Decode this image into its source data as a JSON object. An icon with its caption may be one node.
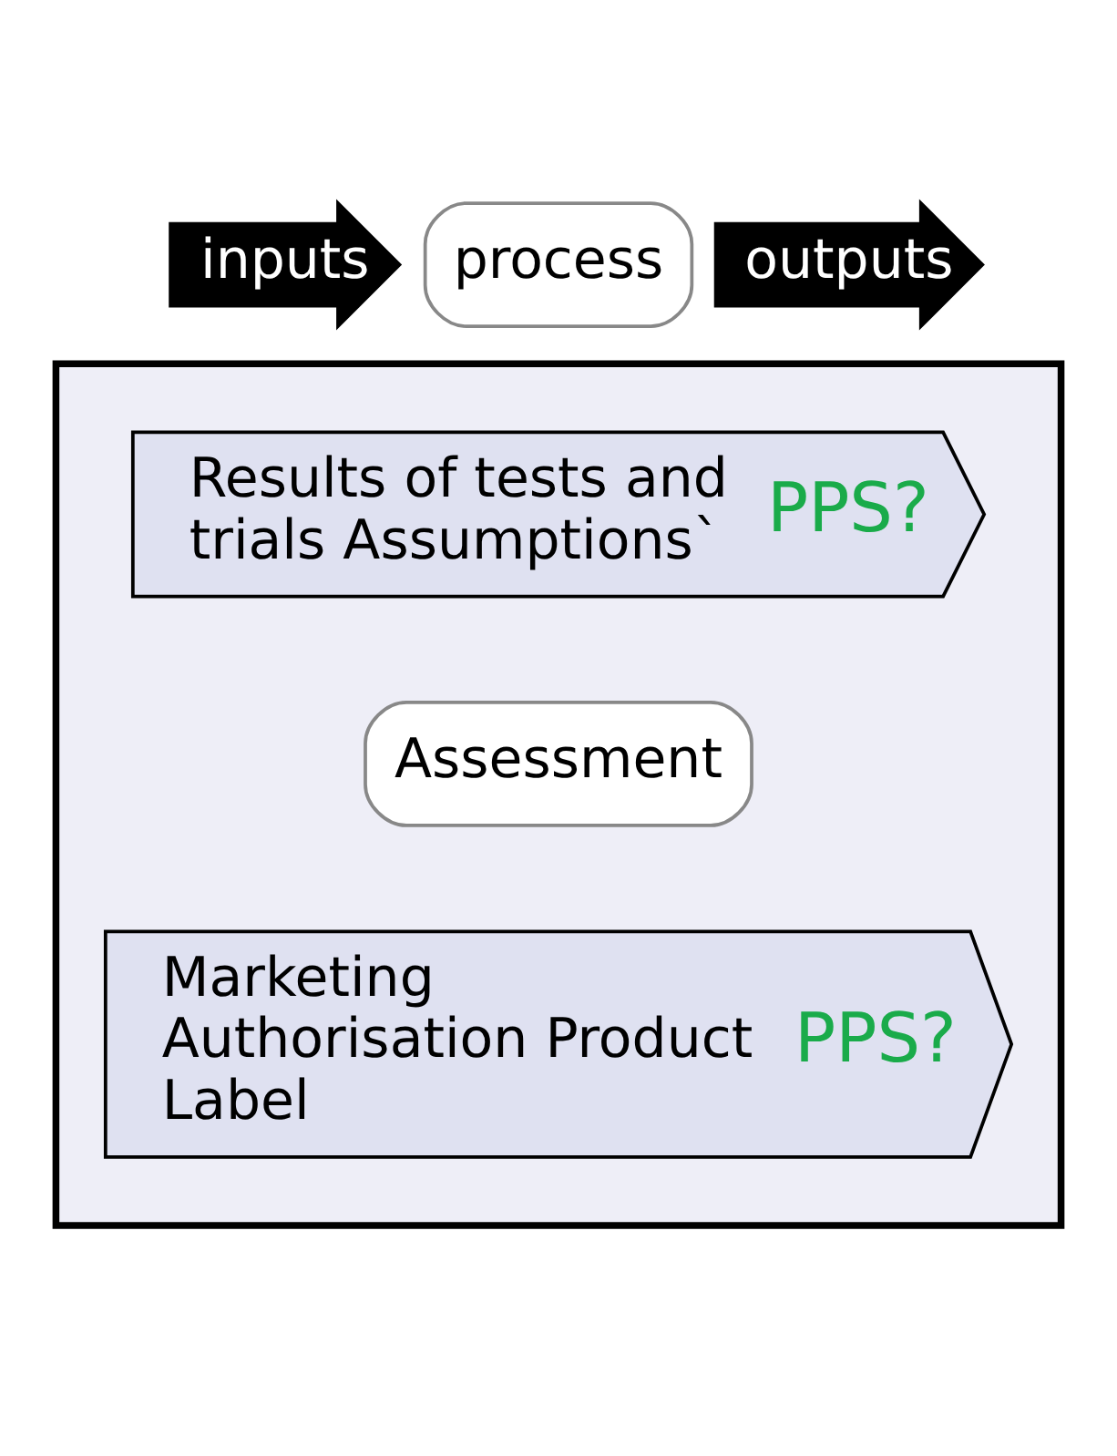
{
  "diagram": {
    "nodes": [
      {
        "text": [
          "inputs"
        ]
      },
      {
        "text": [
          "process"
        ]
      },
      {
        "text": [
          "outputs"
        ]
      },
      {
        "text": [],
        "shape": "box"
      },
      {
        "text": [
          "Results of tests and trials Assumptions`",
          "PPS?"
        ],
        "in": 3
      },
      {
        "text": [
          "Assessment"
        ],
        "in": 3
      },
      {
        "text": [
          "Marketing Authorisation Product Label",
          "PPS?"
        ],
        "in": 3
      }
    ]
  }
}
